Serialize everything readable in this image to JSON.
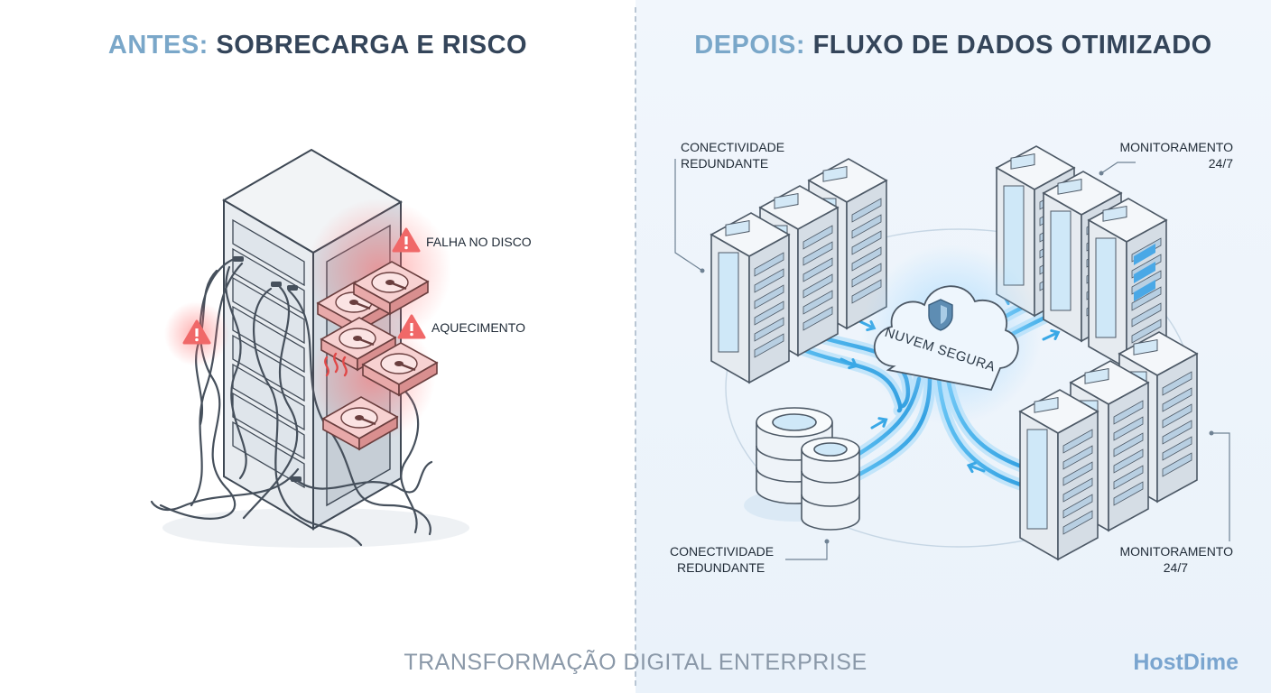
{
  "titles": {
    "left_prefix": "ANTES:",
    "left_main": "SOBRECARGA E RISCO",
    "right_prefix": "DEPOIS:",
    "right_main": "FLUXO DE DADOS OTIMIZADO"
  },
  "left_labels": {
    "disk_failure": "FALHA NO DISCO",
    "overheating": "AQUECIMENTO"
  },
  "right_labels": {
    "top_left_1": "CONECTIVIDADE",
    "top_left_2": "REDUNDANTE",
    "top_right_1": "MONITORAMENTO",
    "top_right_2": "24/7",
    "bottom_left_1": "CONECTIVIDADE",
    "bottom_left_2": "REDUNDANTE",
    "bottom_right_1": "MONITORAMENTO",
    "bottom_right_2": "24/7",
    "cloud": "NUVEM SEGURA"
  },
  "footer": {
    "tagline": "TRANSFORMAÇÃO DIGITAL ENTERPRISE",
    "brand": "HostDime"
  },
  "colors": {
    "title_accent": "#7aa7c9",
    "title_main": "#34455a",
    "alert_red": "#f06868",
    "flow_blue": "#3aa8e6",
    "server_light": "#eef2f6"
  },
  "icons": [
    "warning-icon",
    "heat-icon",
    "shield-icon",
    "arrow-icon"
  ]
}
